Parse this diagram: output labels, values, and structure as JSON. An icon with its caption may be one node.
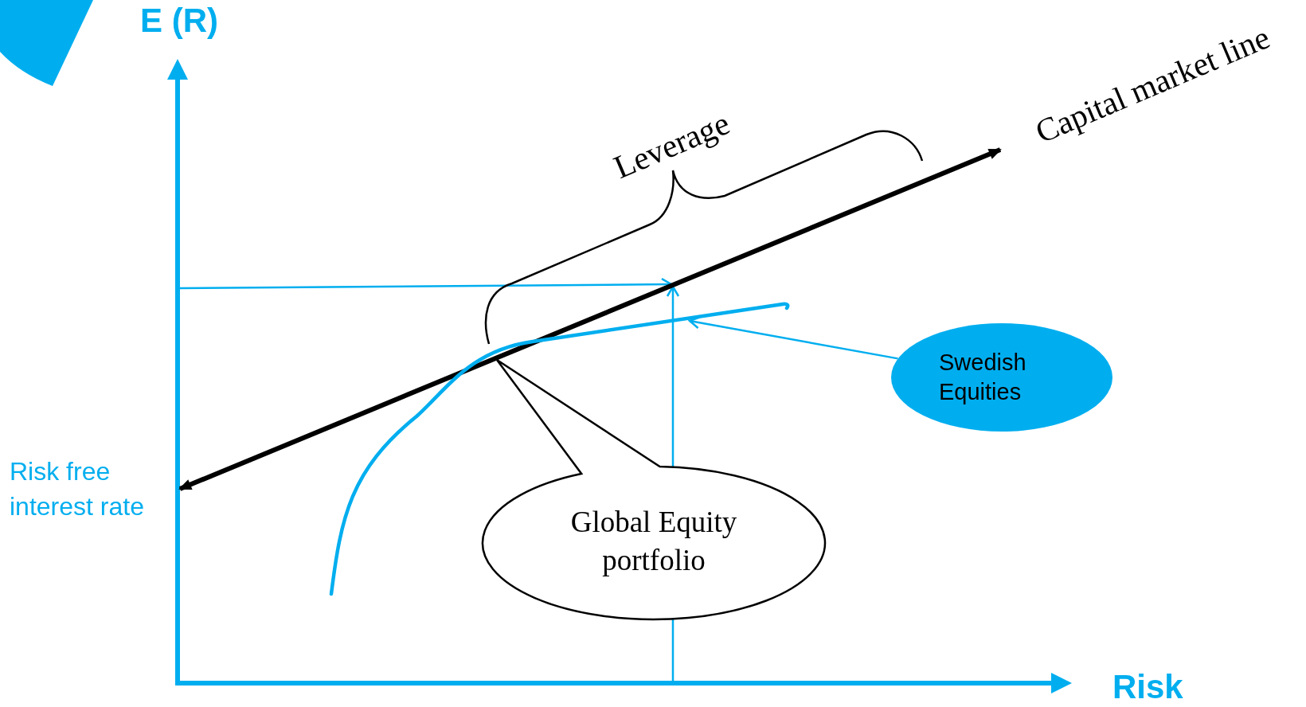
{
  "diagram": {
    "nodes": [
      {
        "text": [
          "Swedish Equities"
        ]
      },
      {
        "text": [
          "Global Equity portfolio"
        ]
      },
      {
        "text": [],
        "shape": "picture"
      }
    ],
    "edges": [
      {
        "from": 0,
        "to": 2,
        "arrow": "to"
      }
    ],
    "labels": [
      "E (R)",
      "Capital market line",
      "Leverage",
      "Risk free interest rate",
      "Risk"
    ]
  }
}
